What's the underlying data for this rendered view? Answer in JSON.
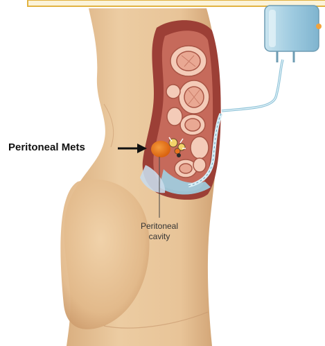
{
  "diagram": {
    "labels": {
      "metastasis": "Peritoneal Mets",
      "cavity_line1": "Peritoneal",
      "cavity_line2": "cavity"
    },
    "icons": {
      "arrow": "arrow-right-icon",
      "tumor": "tumor-marker"
    },
    "colors": {
      "skin": "#e9c79b",
      "skin_shadow": "#c99d6c",
      "organ": "#b8584c",
      "intestine_fill": "#f3c7b4",
      "tumor": "#e8731f",
      "fluid_bag": "#a9d2e4",
      "tube": "#8fc3d8",
      "banner_border": "#e2b341"
    }
  }
}
